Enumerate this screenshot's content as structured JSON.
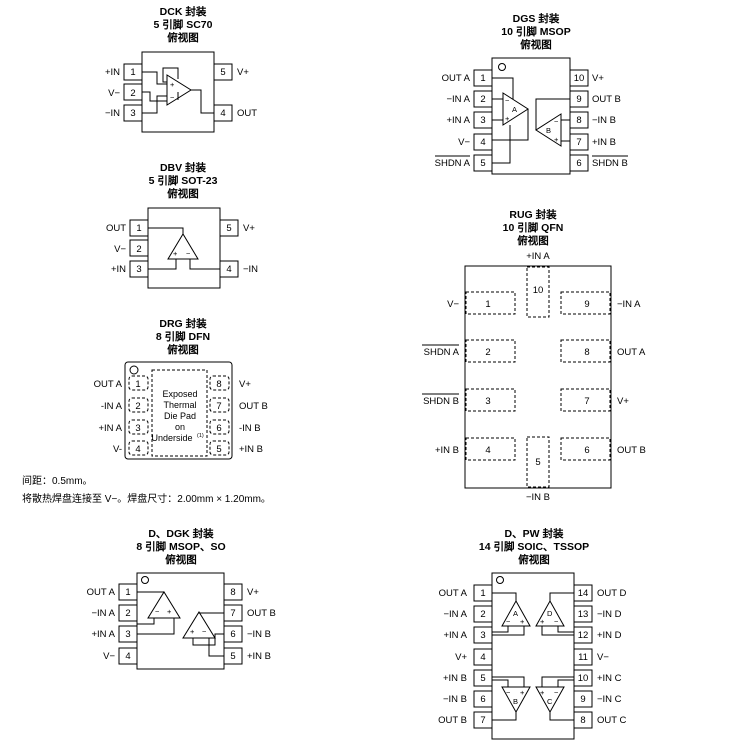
{
  "dck": {
    "title": [
      "DCK 封装",
      "5 引脚 SC70",
      "俯视图"
    ],
    "left_labels": [
      "+IN",
      "V−",
      "−IN"
    ],
    "left_nums": [
      "1",
      "2",
      "3"
    ],
    "right_labels": [
      "V+",
      "OUT"
    ],
    "right_nums": [
      "5",
      "4"
    ],
    "amp_signs": [
      "+",
      "−"
    ]
  },
  "dbv": {
    "title": [
      "DBV 封装",
      "5 引脚 SOT-23",
      "俯视图"
    ],
    "left_labels": [
      "OUT",
      "V−",
      "+IN"
    ],
    "left_nums": [
      "1",
      "2",
      "3"
    ],
    "right_labels": [
      "V+",
      "−IN"
    ],
    "right_nums": [
      "5",
      "4"
    ],
    "amp_signs": [
      "+",
      "−"
    ]
  },
  "drg": {
    "title": [
      "DRG 封装",
      "8 引脚 DFN",
      "俯视图"
    ],
    "left_labels": [
      "OUT A",
      "-IN A",
      "+IN A",
      "V-"
    ],
    "left_nums": [
      "1",
      "2",
      "3",
      "4"
    ],
    "right_labels": [
      "V+",
      "OUT B",
      "-IN B",
      "+IN B"
    ],
    "right_nums": [
      "8",
      "7",
      "6",
      "5"
    ],
    "pad_text": [
      "Exposed",
      "Thermal",
      "Die Pad",
      "on",
      "Underside"
    ],
    "pad_note_mark": "(1)",
    "notes": [
      "间距：0.5mm。",
      "将散热焊盘连接至 V−。焊盘尺寸：2.00mm × 1.20mm。"
    ]
  },
  "dgs": {
    "title": [
      "DGS 封装",
      "10 引脚 MSOP",
      "俯视图"
    ],
    "left_labels": [
      "OUT A",
      "−IN A",
      "+IN A",
      "V−",
      "SHDN A"
    ],
    "left_nums": [
      "1",
      "2",
      "3",
      "4",
      "5"
    ],
    "right_labels": [
      "V+",
      "OUT B",
      "−IN B",
      "+IN B",
      "SHDN B"
    ],
    "right_nums": [
      "10",
      "9",
      "8",
      "7",
      "6"
    ],
    "amp_names": [
      "A",
      "B"
    ],
    "amp_signs": [
      "−",
      "+",
      "−",
      "+"
    ]
  },
  "rug": {
    "title": [
      "RUG 封装",
      "10 引脚 QFN",
      "俯视图"
    ],
    "top_label": "+IN A",
    "top_num": "10",
    "bottom_label": "−IN B",
    "bottom_num": "5",
    "left_labels": [
      "V−",
      "SHDN A",
      "SHDN B",
      "+IN B"
    ],
    "left_nums": [
      "1",
      "2",
      "3",
      "4"
    ],
    "right_labels": [
      "−IN A",
      "OUT A",
      "V+",
      "OUT B"
    ],
    "right_nums": [
      "9",
      "8",
      "7",
      "6"
    ]
  },
  "dgk": {
    "title": [
      "D、DGK 封装",
      "8 引脚 MSOP、SO",
      "俯视图"
    ],
    "left_labels": [
      "OUT A",
      "−IN A",
      "+IN A",
      "V−"
    ],
    "left_nums": [
      "1",
      "2",
      "3",
      "4"
    ],
    "right_labels": [
      "V+",
      "OUT B",
      "−IN B",
      "+IN B"
    ],
    "right_nums": [
      "8",
      "7",
      "6",
      "5"
    ],
    "amp_signs": [
      "−",
      "+",
      "+",
      "−"
    ]
  },
  "pw": {
    "title": [
      "D、PW 封装",
      "14 引脚 SOIC、TSSOP",
      "俯视图"
    ],
    "left_labels": [
      "OUT A",
      "−IN A",
      "+IN A",
      "V+",
      "+IN B",
      "−IN B",
      "OUT B"
    ],
    "left_nums": [
      "1",
      "2",
      "3",
      "4",
      "5",
      "6",
      "7"
    ],
    "right_labels": [
      "OUT D",
      "−IN D",
      "+IN D",
      "V−",
      "+IN C",
      "−IN C",
      "OUT C"
    ],
    "right_nums": [
      "14",
      "13",
      "12",
      "11",
      "10",
      "9",
      "8"
    ],
    "amp_names": [
      "A",
      "D",
      "B",
      "C"
    ],
    "amp_signs": [
      "−",
      "+",
      "+",
      "−",
      "−",
      "+",
      "+",
      "−"
    ]
  }
}
